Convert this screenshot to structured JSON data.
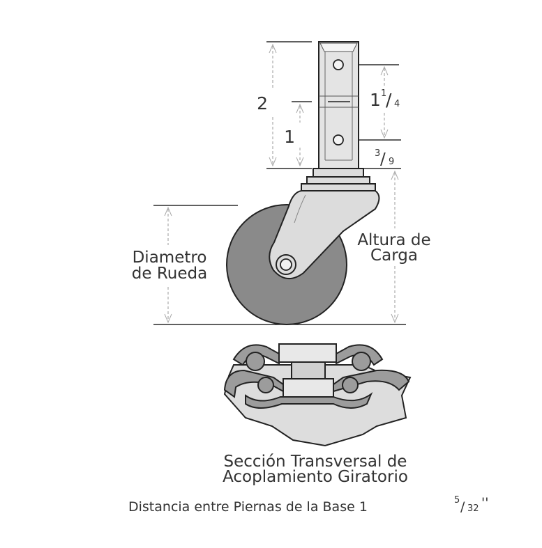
{
  "labels": {
    "dim_2": "2",
    "dim_1": "1",
    "dim_1_1_4_whole": "1",
    "dim_1_1_4_num": "1",
    "dim_1_1_4_den": "4",
    "dim_3_9_num": "3",
    "dim_3_9_den": "9",
    "diametro_line1": "Diametro",
    "diametro_line2": "de Rueda",
    "altura_line1": "Altura de",
    "altura_line2": "Carga",
    "seccion_line1": "Sección Transversal de",
    "seccion_line2": "Acoplamiento Giratorio",
    "distancia_text": "Distancia entre Piernas de la Base 1",
    "distancia_num": "5",
    "distancia_den": "32",
    "distancia_suffix": "''"
  },
  "colors": {
    "stem": "#e4e4e4",
    "fork": "#dcdcdc",
    "wheel": "#8a8a8a",
    "section_body": "#dddddd",
    "section_dark": "#9c9c9c",
    "line": "#222222",
    "text": "#333333"
  }
}
